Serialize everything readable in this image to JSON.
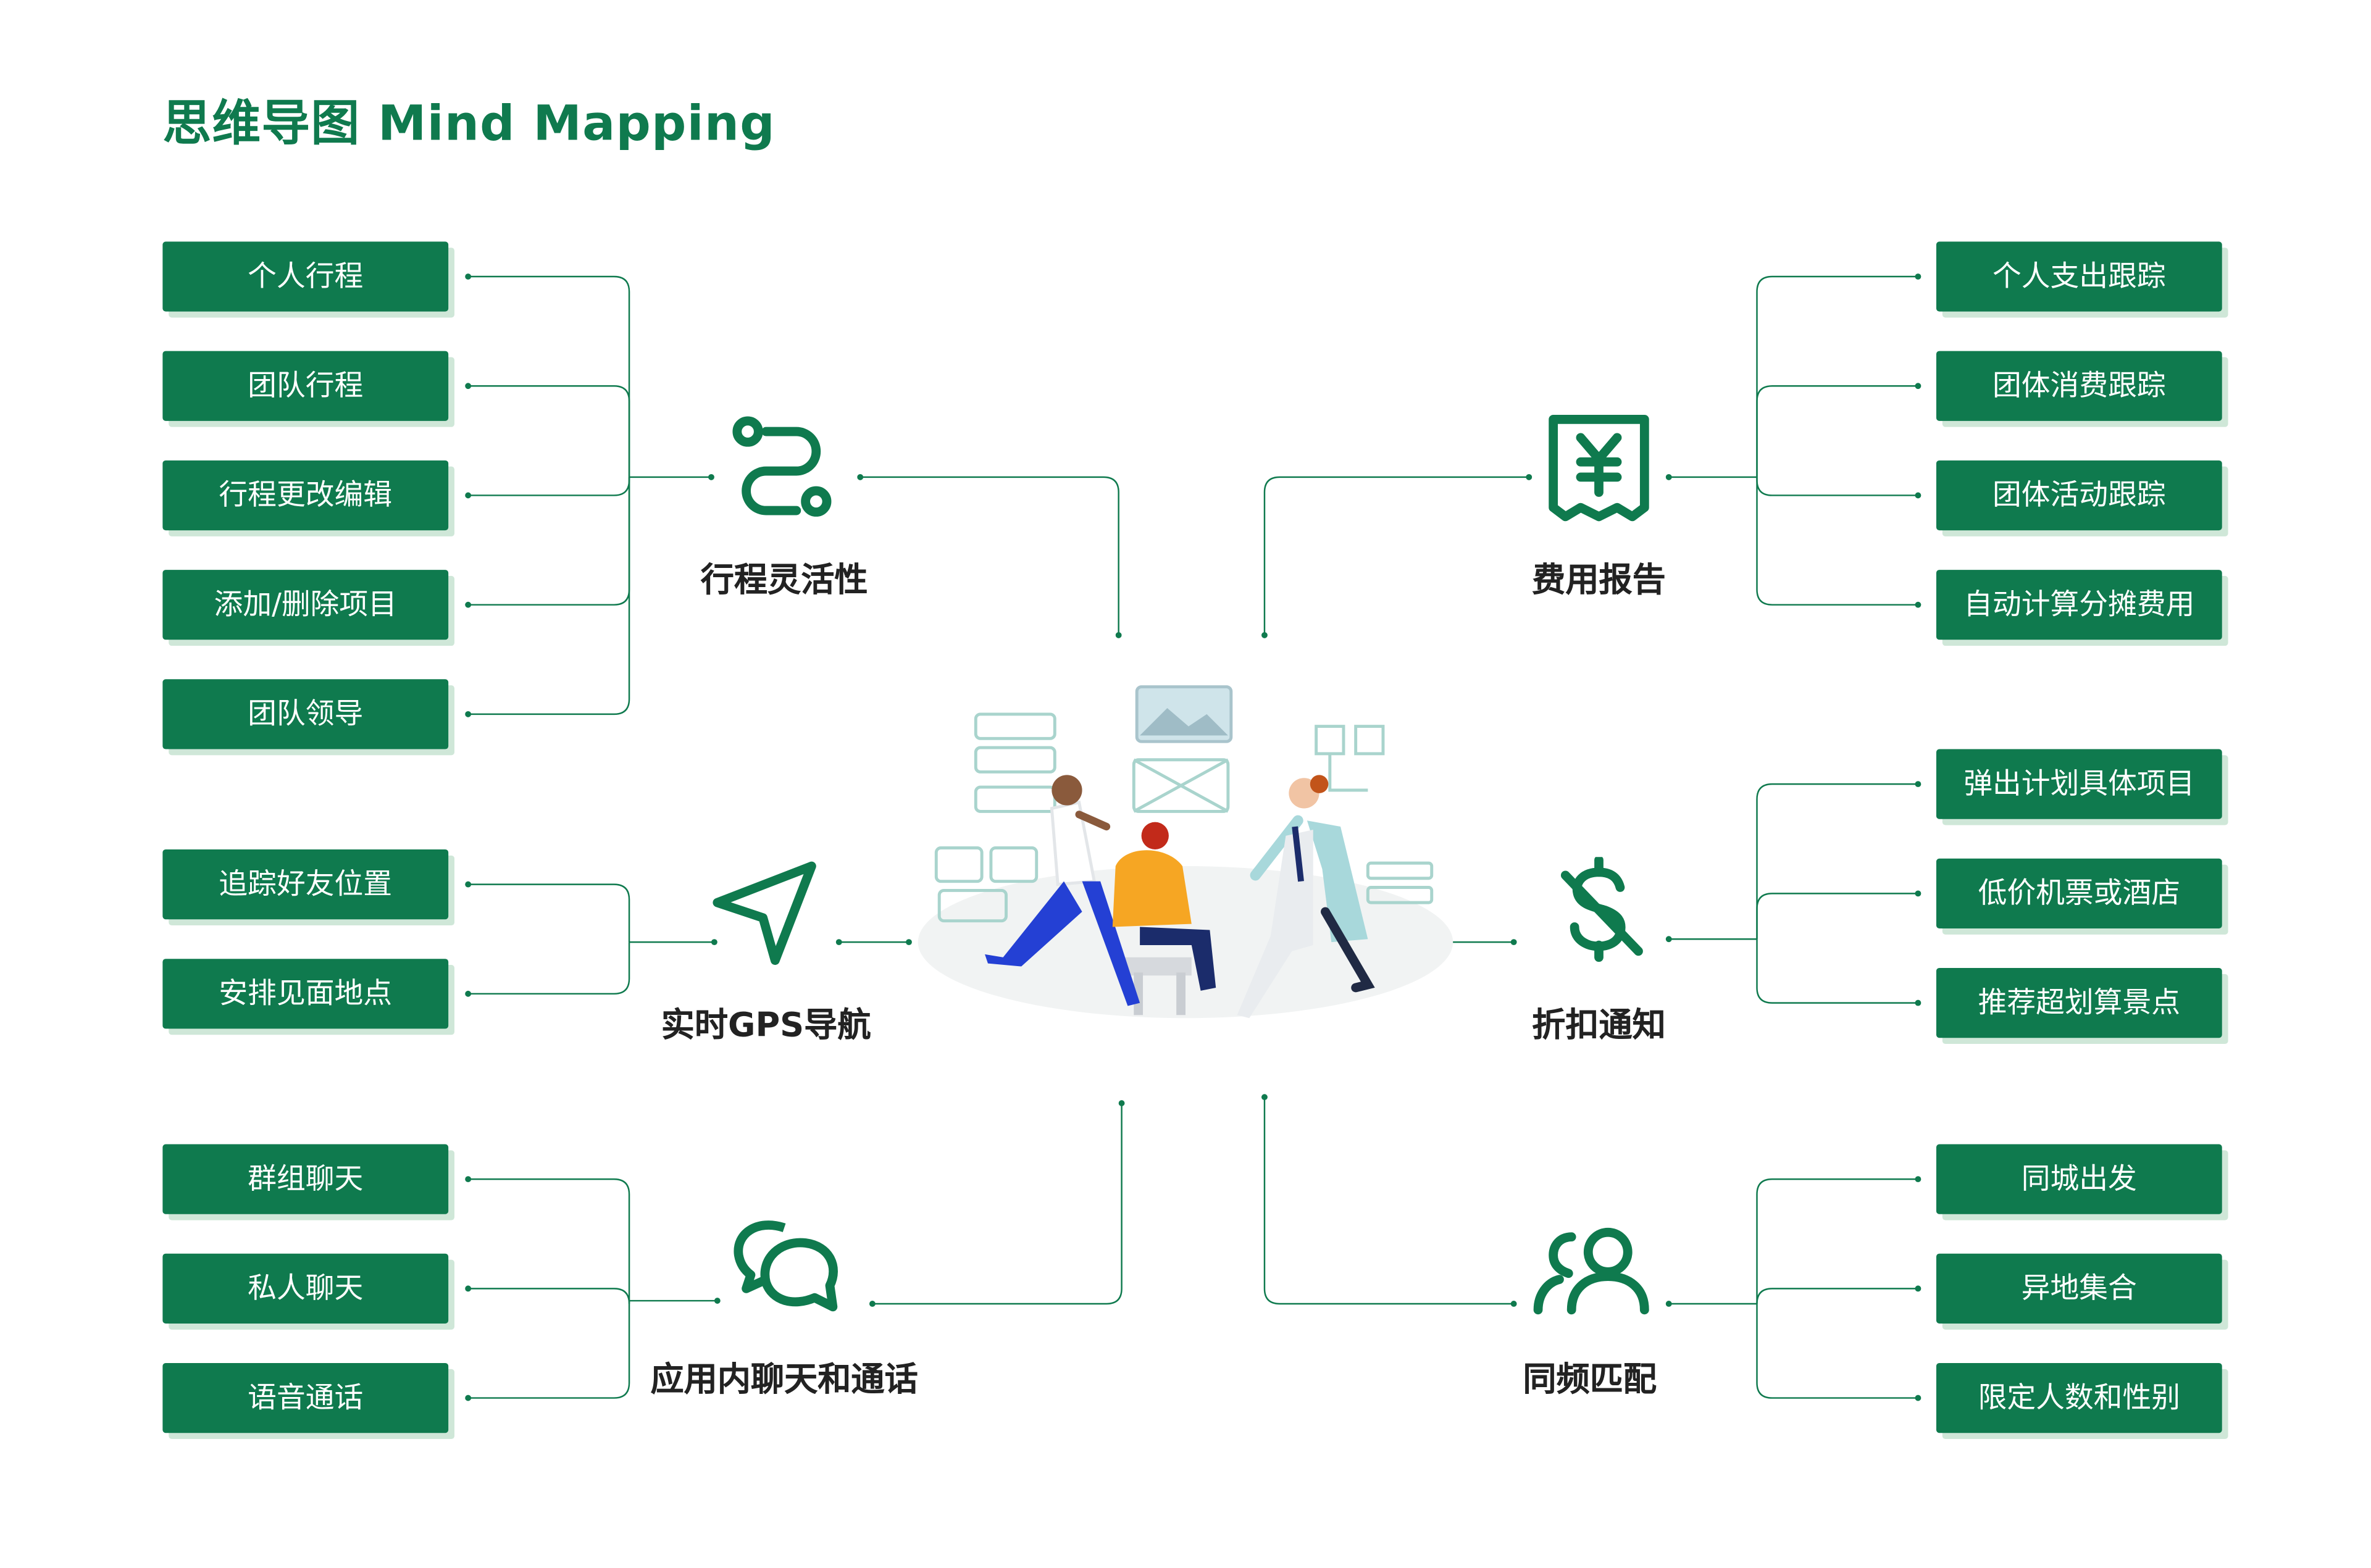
{
  "title": "思维导图 Mind Mapping",
  "colors": {
    "accent": "#0f7a4e",
    "shadow": "#cfe7d8",
    "text": "#222222"
  },
  "hubs": [
    {
      "id": "itinerary",
      "label": "行程灵活性",
      "icon": "route-icon",
      "children": [
        "个人行程",
        "团队行程",
        "行程更改编辑",
        "添加/删除项目",
        "团队领导"
      ]
    },
    {
      "id": "gps",
      "label": "实时GPS导航",
      "icon": "navigation-arrow-icon",
      "children": [
        "追踪好友位置",
        "安排见面地点"
      ]
    },
    {
      "id": "chat",
      "label": "应用内聊天和通话",
      "icon": "chat-bubbles-icon",
      "children": [
        "群组聊天",
        "私人聊天",
        "语音通话"
      ]
    },
    {
      "id": "expense",
      "label": "费用报告",
      "icon": "receipt-yen-icon",
      "children": [
        "个人支出跟踪",
        "团体消费跟踪",
        "团体活动跟踪",
        "自动计算分摊费用"
      ]
    },
    {
      "id": "discount",
      "label": "折扣通知",
      "icon": "dollar-discount-icon",
      "children": [
        "弹出计划具体项目",
        "低价机票或酒店",
        "推荐超划算景点"
      ]
    },
    {
      "id": "match",
      "label": "同频匹配",
      "icon": "users-icon",
      "children": [
        "同城出发",
        "异地集合",
        "限定人数和性别"
      ]
    }
  ],
  "illustration": "people-collaborating-illustration"
}
